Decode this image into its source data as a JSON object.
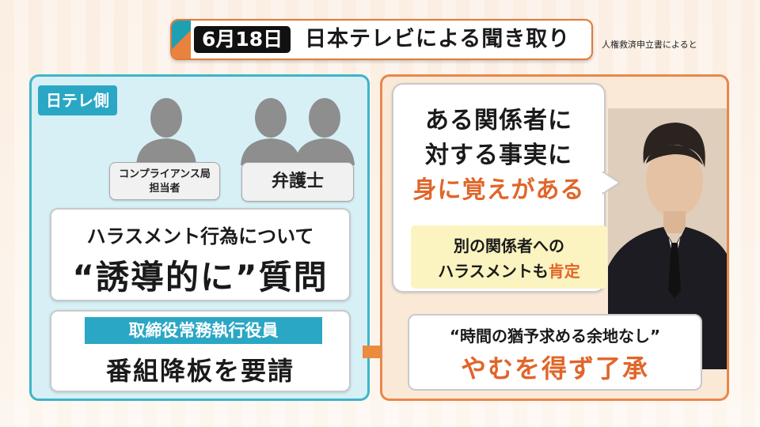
{
  "header": {
    "date": "6月18日",
    "title": "日本テレビによる聞き取り",
    "source_note": "人権救済申立書によると"
  },
  "left_panel": {
    "side_tag": "日テレ側",
    "roles": {
      "compliance_line1": "コンプライアンス局",
      "compliance_line2": "担当者",
      "lawyer": "弁護士"
    },
    "question_card": {
      "line1": "ハラスメント行為について",
      "line2": "“誘導的に”質問"
    },
    "request_card": {
      "tag": "取締役常務執行役員",
      "line": "番組降板を要請"
    }
  },
  "right_panel": {
    "bubble": {
      "line1": "ある関係者に",
      "line2": "対する事実に",
      "line3": "身に覚えがある"
    },
    "note": {
      "line1": "別の関係者への",
      "line2_prefix": "ハラスメントも",
      "line2_highlight": "肯定"
    },
    "result": {
      "quote": "“時間の猶予求める余地なし”",
      "conclusion": "やむを得ず了承"
    }
  },
  "colors": {
    "teal": "#2aa7c4",
    "orange": "#e9874a",
    "highlight_text": "#e0662a"
  }
}
